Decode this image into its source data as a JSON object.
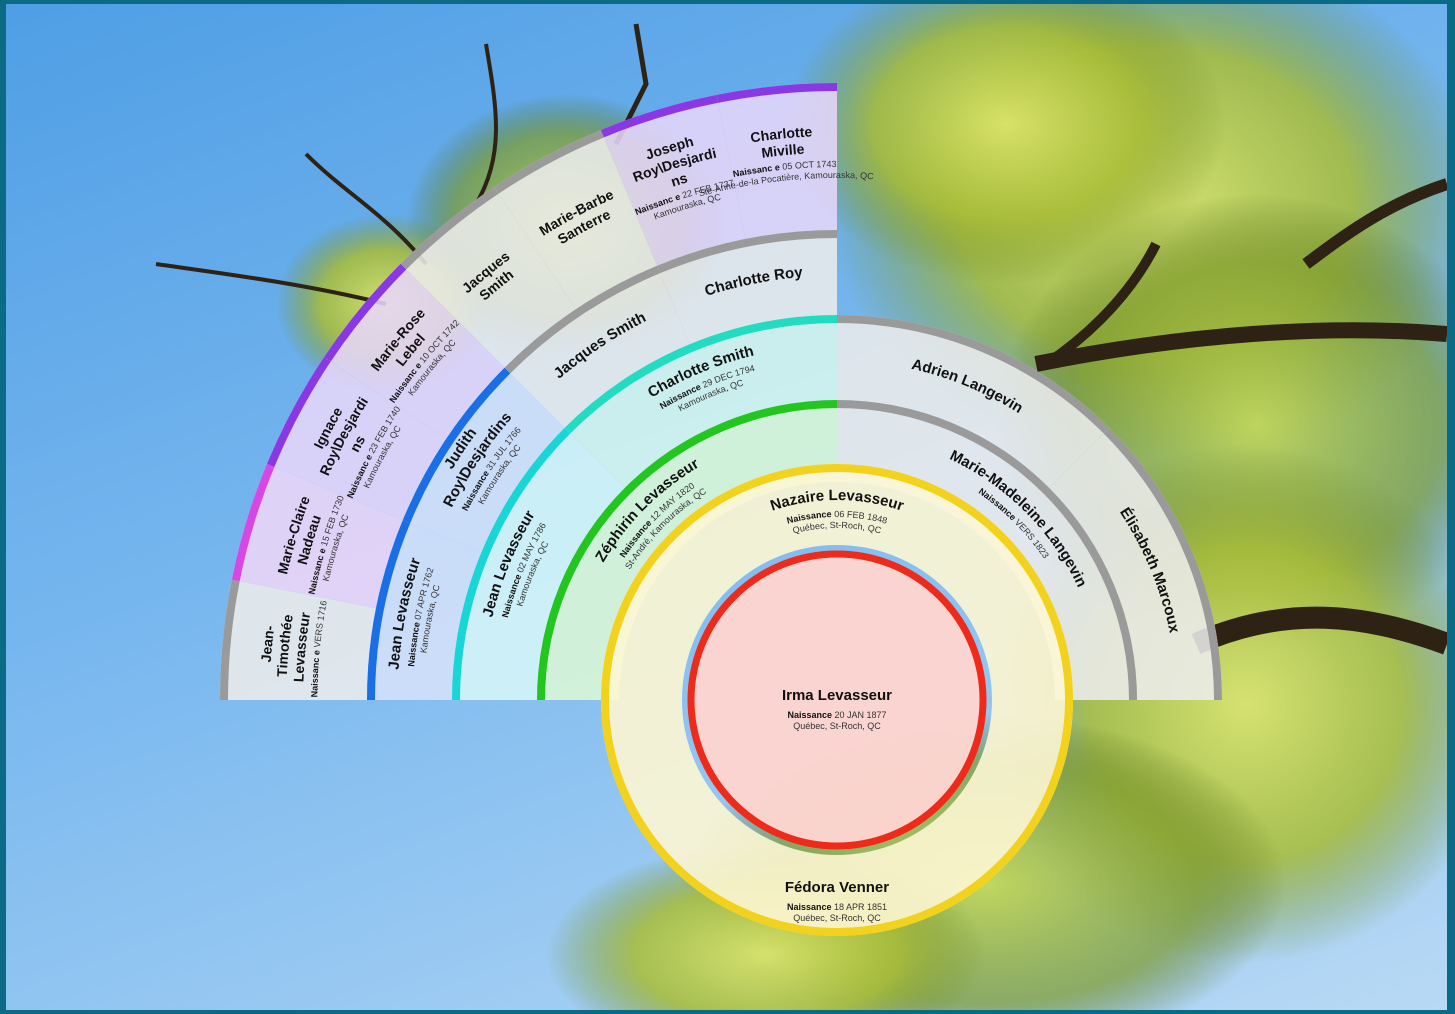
{
  "chart": {
    "birth_label": "Naissance",
    "center": {
      "name": "Irma Levasseur",
      "date": "20 JAN 1877",
      "place": "Québec, St-Roch, QC",
      "color": "#ee2a1b",
      "fill": "#fdd5cf"
    },
    "ring1": {
      "color": "#f2d21c",
      "fill": "#fdf6d3",
      "father": {
        "name": "Nazaire Levasseur",
        "date": "06 FEB 1848",
        "place": "Québec, St-Roch, QC"
      },
      "mother": {
        "name": "Fédora Venner",
        "date": "18 APR 1851",
        "place": "Québec, St-Roch, QC"
      }
    },
    "ring2": [
      {
        "name": "Zéphirin Levasseur",
        "date": "12 MAY 1820",
        "place": "St-André, Kamouraska, QC",
        "color": "#22c61f",
        "fill": "#dbf7d6"
      },
      {
        "name": "Marie-Madeleine Langevin",
        "date": "VERS 1823",
        "place": "",
        "color": "#9a9a9a",
        "fill": "#ececec"
      }
    ],
    "ring3": [
      {
        "name": "Jean Levasseur",
        "date": "02 MAY 1786",
        "place": "Kamouraska, QC",
        "color": "#19d6d6",
        "fill": "#d6f6f8"
      },
      {
        "name": "Charlotte Smith",
        "date": "29 DEC 1794",
        "place": "Kamouraska, QC",
        "color": "#22dcc1",
        "fill": "#d6f6ee"
      },
      {
        "name": "Adrien Langevin",
        "date": "",
        "place": "",
        "color": "#9a9a9a",
        "fill": "#ececec"
      },
      {
        "name": "Élisabeth Marcoux",
        "date": "",
        "place": "",
        "color": "#9a9a9a",
        "fill": "#ececec"
      }
    ],
    "ring4": [
      {
        "name": "Jean Levasseur",
        "date": "07 APR 1762",
        "place": "Kamouraska, QC",
        "color": "#1a6ee6",
        "fill": "#d5e1f9"
      },
      {
        "name": "Judith Roy\\Desjardins",
        "date": "31 JUL 1766",
        "place": "Kamouraska, QC",
        "color": "#1a6ee6",
        "fill": "#d5e1f9"
      },
      {
        "name": "Jacques Smith",
        "date": "",
        "place": "",
        "color": "#9a9a9a",
        "fill": "#ececec"
      },
      {
        "name": "Charlotte Roy",
        "date": "",
        "place": "",
        "color": "#9a9a9a",
        "fill": "#ececec"
      }
    ],
    "ring5": [
      {
        "name": "Jean-Timothée Levasseur",
        "date": "VERS 1716",
        "place": "",
        "label": "Naissanc e",
        "color": "#9a9a9a",
        "fill": "#ececec"
      },
      {
        "name": "Marie-Claire Nadeau",
        "date": "15 FEB 1730",
        "place": "Kamouraska, QC",
        "label": "Naissanc e",
        "color": "#d648e6",
        "fill": "#eed6f8"
      },
      {
        "name": "Ignace Roy\\Desjardins",
        "date": "23 FEB 1740",
        "place": "Kamouraska, QC",
        "label": "Naissanc e",
        "color": "#8a38e6",
        "fill": "#e6d6f9"
      },
      {
        "name": "Marie-Rose Lebel",
        "date": "10 OCT 1742",
        "place": "Kamouraska, QC",
        "label": "Naissanc e",
        "color": "#8a38e6",
        "fill": "#e6d6f9"
      },
      {
        "name": "Jacques Smith",
        "date": "",
        "place": "",
        "label": "",
        "color": "#9a9a9a",
        "fill": "#ececec"
      },
      {
        "name": "Marie-Barbe Santerre",
        "date": "",
        "place": "",
        "label": "",
        "color": "#9a9a9a",
        "fill": "#ececec"
      },
      {
        "name": "Joseph Roy\\Desjardins",
        "date": "22 FEB 1737",
        "place": "Kamouraska, QC",
        "label": "Naissanc e",
        "color": "#8a38e6",
        "fill": "#e6d6f9"
      },
      {
        "name": "Charlotte Miville",
        "date": "05 OCT 1743",
        "place": "Ste-Anne-de-la Pocatière, Kamouraska, QC",
        "label": "Naissanc e",
        "color": "#8a38e6",
        "fill": "#e6d6f9"
      }
    ]
  }
}
